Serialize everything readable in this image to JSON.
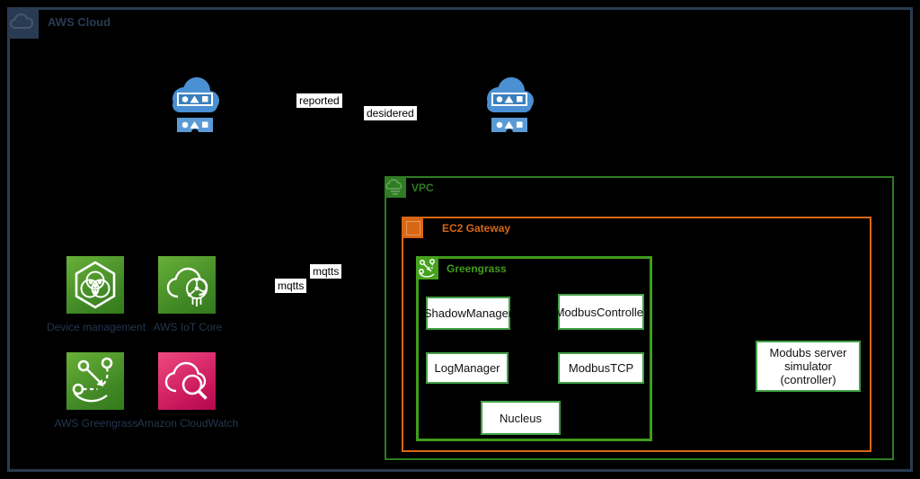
{
  "diagram": {
    "title": "AWS Cloud",
    "cloud_icons": {
      "left": "iot-thing-shadow-icon",
      "right": "iot-thing-shadow-icon"
    },
    "edge_labels": {
      "reported": "reported",
      "desidered": "desidered",
      "mqtts_a": "mqtts",
      "mqtts_b": "mqtts"
    },
    "services": [
      {
        "label": "Device management",
        "icon": "iot-device-management-icon"
      },
      {
        "label": "AWS IoT Core",
        "icon": "iot-core-icon"
      },
      {
        "label": "AWS Greengrass",
        "icon": "greengrass-icon"
      },
      {
        "label": "Amazon CloudWatch",
        "icon": "cloudwatch-icon"
      }
    ],
    "vpc_label": "VPC",
    "ec2_label": "EC2 Gateway",
    "greengrass_label": "Greengrass",
    "components": [
      "ShadowManager",
      "ModbusController",
      "LogManager",
      "ModbusTCP",
      "Nucleus"
    ],
    "external_server": "Modubs server simulator (controller)",
    "colors": {
      "background": "#000000",
      "outline_navy": "#293b52",
      "vpc_green": "#2e7d22",
      "greengrass_green": "#3f9c1c",
      "box_border_green": "#43a047",
      "ec2_orange": "#d86613",
      "icon_green_light": "#67b037",
      "icon_green_dark": "#337a1c",
      "cloudwatch_pink_light": "#ef4a80",
      "cloudwatch_pink_dark": "#b0084d",
      "iot_blue": "#4a90d2"
    }
  }
}
